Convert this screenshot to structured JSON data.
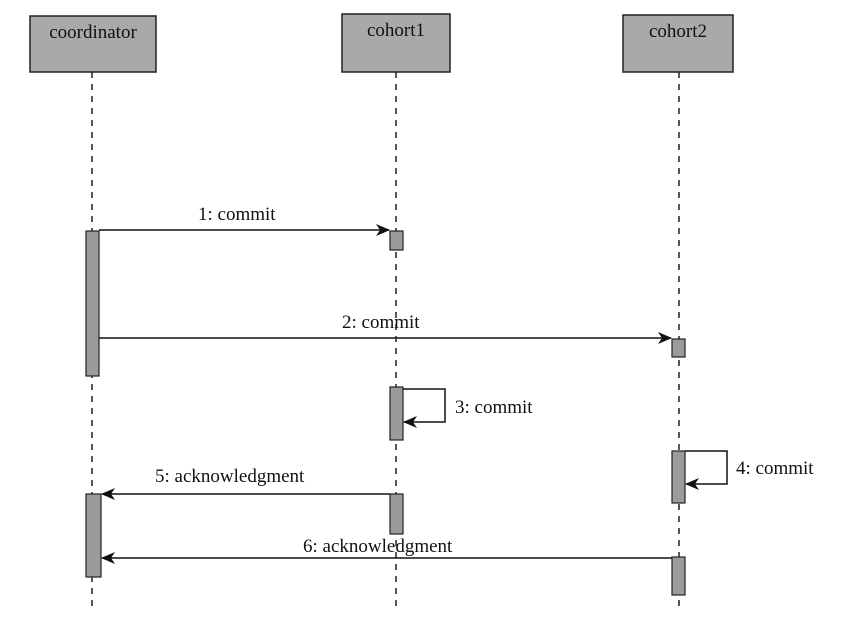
{
  "participants": [
    {
      "name": "coordinator"
    },
    {
      "name": "cohort1"
    },
    {
      "name": "cohort2"
    }
  ],
  "messages": [
    {
      "label": "1: commit",
      "from": "coordinator",
      "to": "cohort1"
    },
    {
      "label": "2: commit",
      "from": "coordinator",
      "to": "cohort2"
    },
    {
      "label": "3: commit",
      "from": "cohort1",
      "to": "cohort1"
    },
    {
      "label": "4: commit",
      "from": "cohort2",
      "to": "cohort2"
    },
    {
      "label": "5: acknowledgment",
      "from": "cohort1",
      "to": "coordinator"
    },
    {
      "label": "6: acknowledgment",
      "from": "cohort2",
      "to": "coordinator"
    }
  ],
  "colors": {
    "box_fill": "#a9a9a9",
    "activation_fill": "#9b9b9b",
    "line": "#111111"
  }
}
